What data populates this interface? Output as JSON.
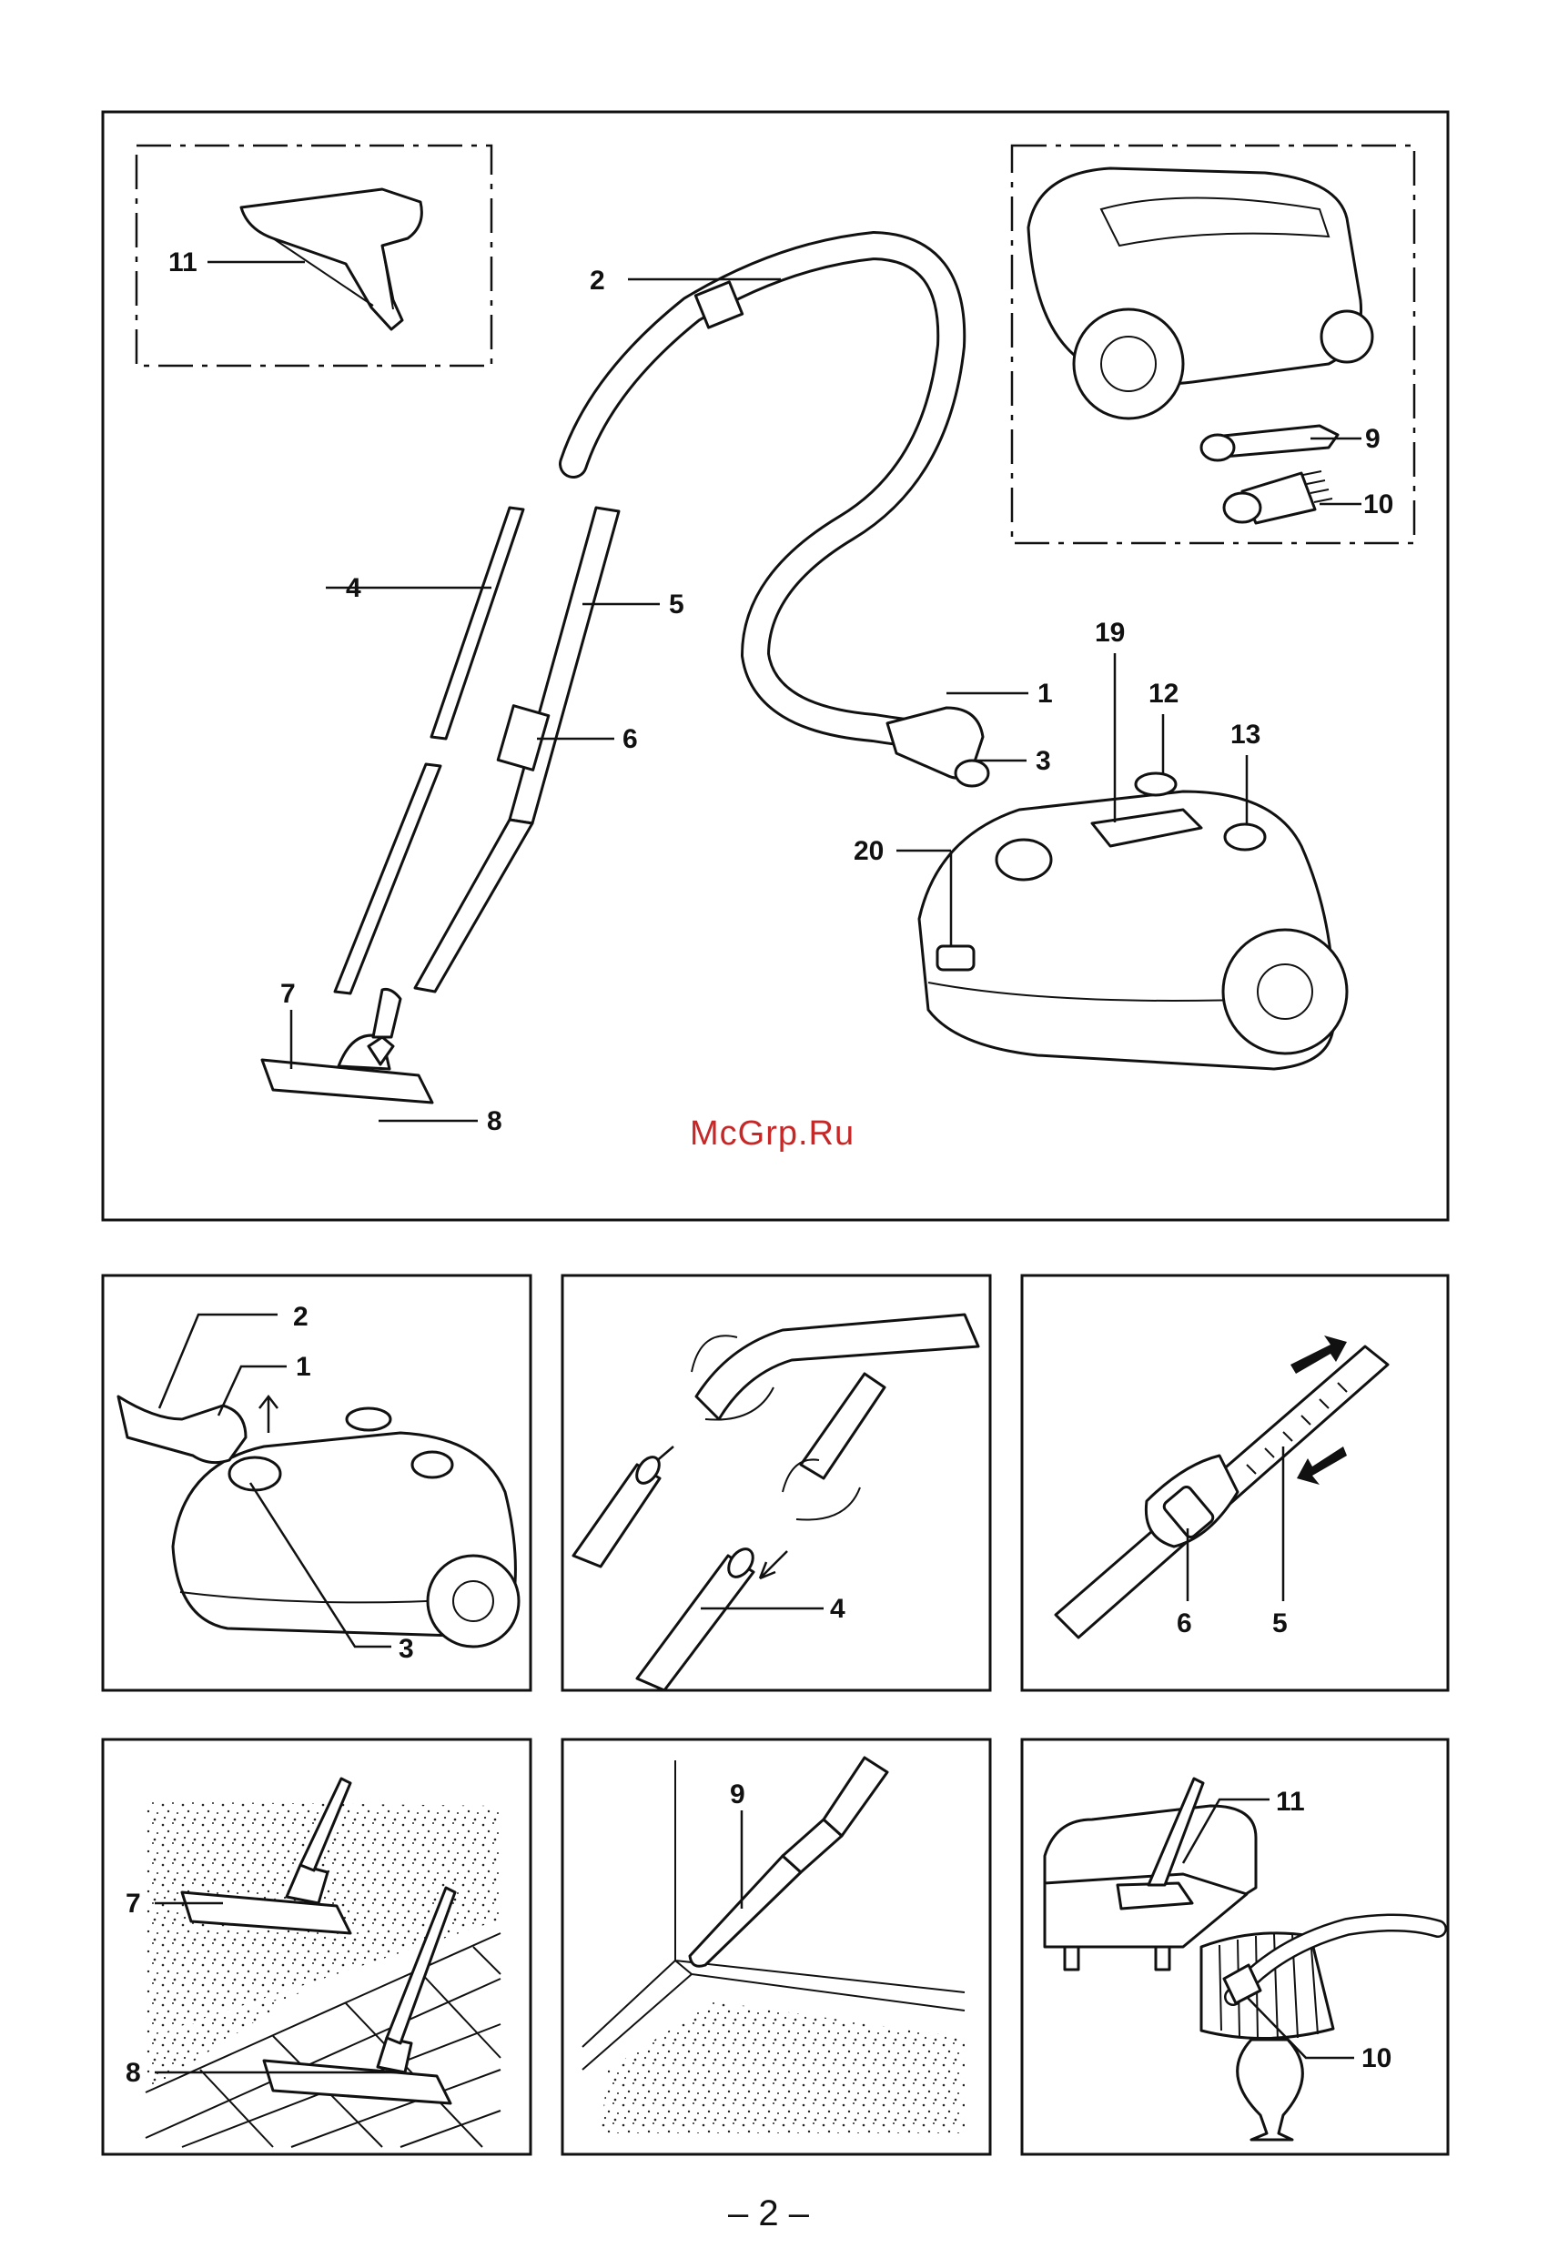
{
  "watermark": "McGrp.Ru",
  "page_number": "– 2 –",
  "main_panel": {
    "labels": {
      "n1": "1",
      "n2": "2",
      "n3": "3",
      "n4": "4",
      "n5": "5",
      "n6": "6",
      "n7": "7",
      "n8": "8",
      "n9": "9",
      "n10": "10",
      "n11": "11",
      "n12": "12",
      "n13": "13",
      "n19": "19",
      "n20": "20"
    }
  },
  "panels": [
    {
      "labels": [
        "2",
        "1",
        "3"
      ]
    },
    {
      "labels": [
        "4"
      ]
    },
    {
      "labels": [
        "6",
        "5"
      ]
    },
    {
      "labels": [
        "7",
        "8"
      ]
    },
    {
      "labels": [
        "9"
      ]
    },
    {
      "labels": [
        "11",
        "10"
      ]
    }
  ]
}
